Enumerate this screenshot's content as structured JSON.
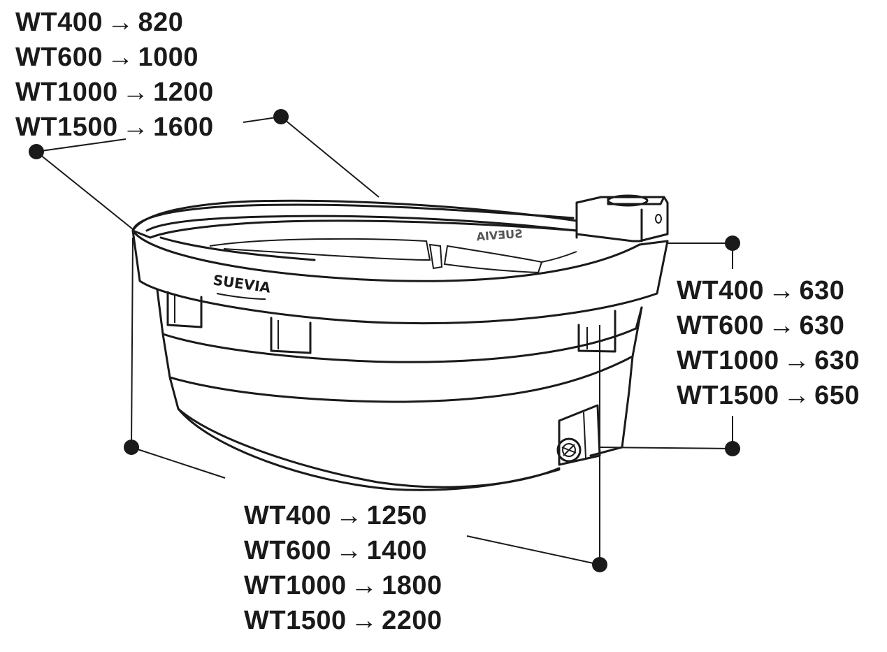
{
  "dimensions": {
    "length": [
      {
        "model": "WT400",
        "value": "820"
      },
      {
        "model": "WT600",
        "value": "1000"
      },
      {
        "model": "WT1000",
        "value": "1200"
      },
      {
        "model": "WT1500",
        "value": "1600"
      }
    ],
    "height": [
      {
        "model": "WT400",
        "value": "630"
      },
      {
        "model": "WT600",
        "value": "630"
      },
      {
        "model": "WT1000",
        "value": "630"
      },
      {
        "model": "WT1500",
        "value": "650"
      }
    ],
    "width": [
      {
        "model": "WT400",
        "value": "1250"
      },
      {
        "model": "WT600",
        "value": "1400"
      },
      {
        "model": "WT1000",
        "value": "1800"
      },
      {
        "model": "WT1500",
        "value": "2200"
      }
    ]
  },
  "arrow": "→",
  "brand": {
    "front_logo": "SUEVIA",
    "back_logo_mirrored": "SUEVIA"
  },
  "colors": {
    "ink": "#1a1a1a",
    "background": "#ffffff"
  },
  "icons": [
    "dimension-marker-dot",
    "drain-valve-icon",
    "float-valve-housing"
  ]
}
